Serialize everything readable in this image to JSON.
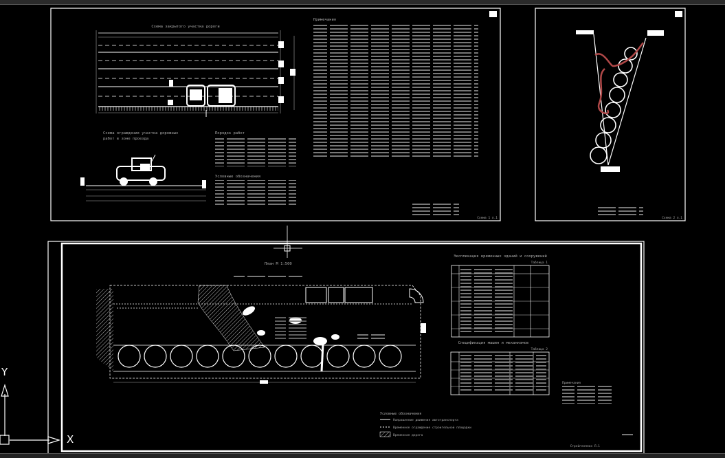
{
  "drawing": {
    "sheet1": {
      "plan_title": "Схема закрытого участка дороги",
      "scheme_title_line1": "Схема ограждения участка дорожных",
      "scheme_title_line2": "работ в зоне проезда",
      "notes_title": "Примечания",
      "work_order_title": "Порядок работ",
      "legend_title": "Условные обозначения",
      "stamp_text": "Схема 1 л.1"
    },
    "sheet2": {
      "stamp_text": "Схема 2 л.1"
    },
    "sheet3": {
      "plan_title": "План М 1:500",
      "table1_caption": "Таблица 1",
      "table1_title": "Экспликация временных зданий и сооружений",
      "table2_caption": "Таблица 2",
      "table2_title": "Спецификация машин и механизмов",
      "legend_title": "Условные обозначения",
      "legend_items": [
        "Направление движения автотранспорта",
        "Временное ограждение строительной площадки",
        "Временная дорога"
      ],
      "notes_title": "Примечания",
      "stamp_text": "Стройгенплан Л.1"
    },
    "ucs": {
      "y_label": "Y",
      "x_label": "X"
    }
  }
}
